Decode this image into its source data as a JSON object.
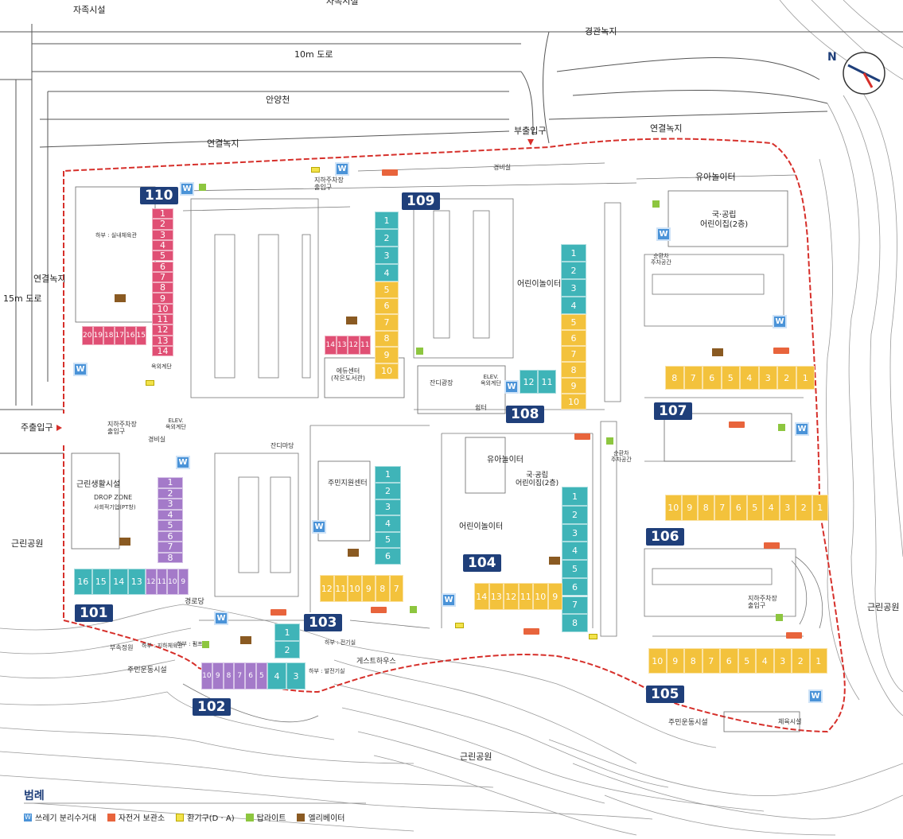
{
  "colors": {
    "teal": "#3fb4b8",
    "yellow": "#f3c23c",
    "pink": "#e04f74",
    "purple": "#a47ac9",
    "boundary": "#d62f2a",
    "building_no": "#1f3f7a",
    "bin": "#4a93d8",
    "bike": "#e8643c",
    "vent": "#f2e24a",
    "toplight": "#8dc63f",
    "elevator": "#8a5a22"
  },
  "places": {
    "top_left": "자족시설",
    "top_mid": "자족시설",
    "top_right": "경관녹지",
    "road_10m": "10m 도로",
    "stream": "안양천",
    "link_green_top": "연결녹지",
    "link_green_top2": "연결녹지",
    "link_green_left": "연결녹지",
    "road_15m": "15m 도로",
    "gate_top": "부출입구",
    "gate_main": "주출입구",
    "park_left": "근린공원",
    "park_right": "근린공원",
    "park_bottom": "근린공원",
    "guard_top": "경비실",
    "guard_left": "경비실",
    "playground_top": "유아놀이터",
    "daycare_top": "국·공립\n어린이집(2층)",
    "bike_area": "순환차\n주차공간",
    "bike_area2": "순환차\n주차공간",
    "underground_top": "지하주차장\n출입구",
    "underground_left": "지하주차장\n출입구",
    "underground_right": "지하주차장\n출입구",
    "indoor_gym": "하부 : 실내체육관",
    "kids_play_1": "어린이놀이터",
    "kids_play_2": "어린이놀이터",
    "edu_center": "에듀센터\n(작은도서관)",
    "lawn_plaza": "잔디광장",
    "lawn_yard": "잔디마당",
    "elev_stair_1": "ELEV.\n옥외계단",
    "elev_stair_2": "ELEV.\n옥외계단",
    "resident_center": "주민지원센터",
    "playground_mid": "유아놀이터",
    "daycare_mid": "국·공립\n어린이집(2층)",
    "neighborhood": "근린생활시설",
    "drop_zone": "DROP ZONE",
    "social_coop": "사회적기업(PT창)",
    "senior_hall": "경로당",
    "garden": "부속정원",
    "sports_1": "주민운동시설",
    "sports_2": "주민운동시설",
    "guesthouse": "게스트하우스",
    "below_gym": "하부 : 지하체육관",
    "below_elec": "하부 : 전기실",
    "below_machine": "하부 : 발전기실",
    "below_pump": "하부 : 펌프실",
    "smoking_area": "쉼터",
    "staircase_1": "옥외계단",
    "cube_label": "체육시설"
  },
  "buildings": [
    {
      "no": "110"
    },
    {
      "no": "109"
    },
    {
      "no": "108"
    },
    {
      "no": "107"
    },
    {
      "no": "106"
    },
    {
      "no": "105"
    },
    {
      "no": "104"
    },
    {
      "no": "103"
    },
    {
      "no": "102"
    },
    {
      "no": "101"
    }
  ],
  "units": {
    "b110_pink": [
      "1",
      "2",
      "3",
      "4",
      "5",
      "6",
      "7",
      "8",
      "9",
      "10",
      "11",
      "12",
      "13",
      "14"
    ],
    "b110_side": [
      "20",
      "19",
      "18",
      "17",
      "16",
      "15"
    ],
    "b109_teal": [
      "1",
      "2",
      "3",
      "4"
    ],
    "b109_yellow": [
      "5",
      "6",
      "7",
      "8",
      "9",
      "10"
    ],
    "b109_pink": [
      "14",
      "13",
      "12",
      "11"
    ],
    "b108_teal": [
      "1",
      "2",
      "3",
      "4"
    ],
    "b108_yellow": [
      "5",
      "6",
      "7",
      "8",
      "9",
      "10"
    ],
    "b108_low": [
      "12",
      "11"
    ],
    "b107": [
      "8",
      "7",
      "6",
      "5",
      "4",
      "3",
      "2",
      "1"
    ],
    "b106": [
      "10",
      "9",
      "8",
      "7",
      "6",
      "5",
      "4",
      "3",
      "2",
      "1"
    ],
    "b105": [
      "10",
      "9",
      "8",
      "7",
      "6",
      "5",
      "4",
      "3",
      "2",
      "1"
    ],
    "b104_teal": [
      "2",
      "3",
      "4",
      "5",
      "6",
      "7",
      "8"
    ],
    "b104_top": [
      "1"
    ],
    "b104_yellow": [
      "14",
      "13",
      "12",
      "11",
      "10",
      "9"
    ],
    "b103_teal": [
      "2",
      "3",
      "4",
      "5",
      "6"
    ],
    "b103_top": [
      "1"
    ],
    "b103_yellow": [
      "12",
      "11",
      "10",
      "9",
      "8",
      "7"
    ],
    "b102_left": [
      "10",
      "9",
      "8",
      "7",
      "6",
      "5"
    ],
    "b102_right": [
      "4",
      "3"
    ],
    "b102_top": [
      "1",
      "2"
    ],
    "b101_purple_v": [
      "1",
      "2",
      "3",
      "4",
      "5",
      "6",
      "7",
      "8"
    ],
    "b101_teal": [
      "16",
      "15",
      "14",
      "13"
    ],
    "b101_purple": [
      "12",
      "11",
      "10",
      "9"
    ]
  },
  "legend": {
    "title": "범례",
    "items": [
      {
        "icon": "W",
        "label": "쓰레기 분리수거대",
        "color": "#4a93d8"
      },
      {
        "icon": "",
        "label": "자전거 보관소",
        "color": "#e8643c"
      },
      {
        "icon": "",
        "label": "환기구(D · A)",
        "color": "#f2e24a"
      },
      {
        "icon": "",
        "label": "탑라이트",
        "color": "#8dc63f"
      },
      {
        "icon": "",
        "label": "엘리베이터",
        "color": "#8a5a22"
      }
    ]
  },
  "compass": {
    "letter": "N"
  }
}
